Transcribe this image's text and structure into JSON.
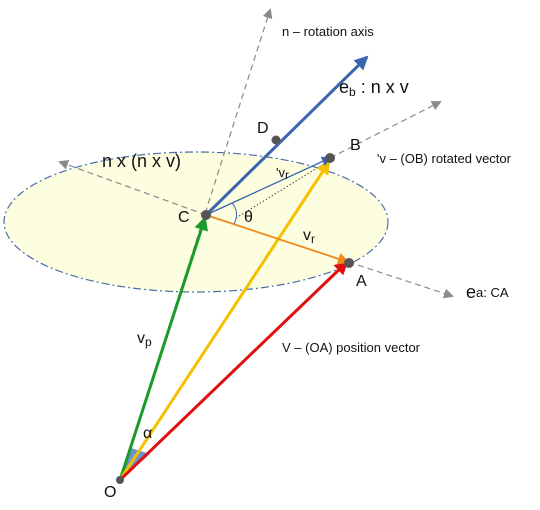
{
  "points": {
    "O": "O",
    "C": "C",
    "A": "A",
    "B": "B",
    "D": "D"
  },
  "labels": {
    "rotation_axis": "n – rotation axis",
    "eb_main": "e",
    "eb_sub": "b",
    "eb_rest": " : n x v",
    "cross": "n x (n x v)",
    "rotated_vector": "'v – (OB) rotated vector",
    "vr_prime_mark": "'v",
    "vr_prime_sub": "r",
    "theta": "θ",
    "vr_main": "v",
    "vr_sub": "r",
    "ea_main": "e",
    "ea_sub": "a: CA",
    "vp_main": "v",
    "vp_sub": "p",
    "position_vector": "V – (OA) position vector",
    "alpha": "α"
  },
  "colors": {
    "ellipse_fill": "#fdfde0",
    "ellipse_stroke": "#4a6fa8",
    "green": "#1a9a2a",
    "yellow": "#f5c000",
    "red": "#e01010",
    "blue": "#3a66b0",
    "orange": "#f08a1c",
    "gray": "#8a8a8a",
    "point": "#555555"
  }
}
